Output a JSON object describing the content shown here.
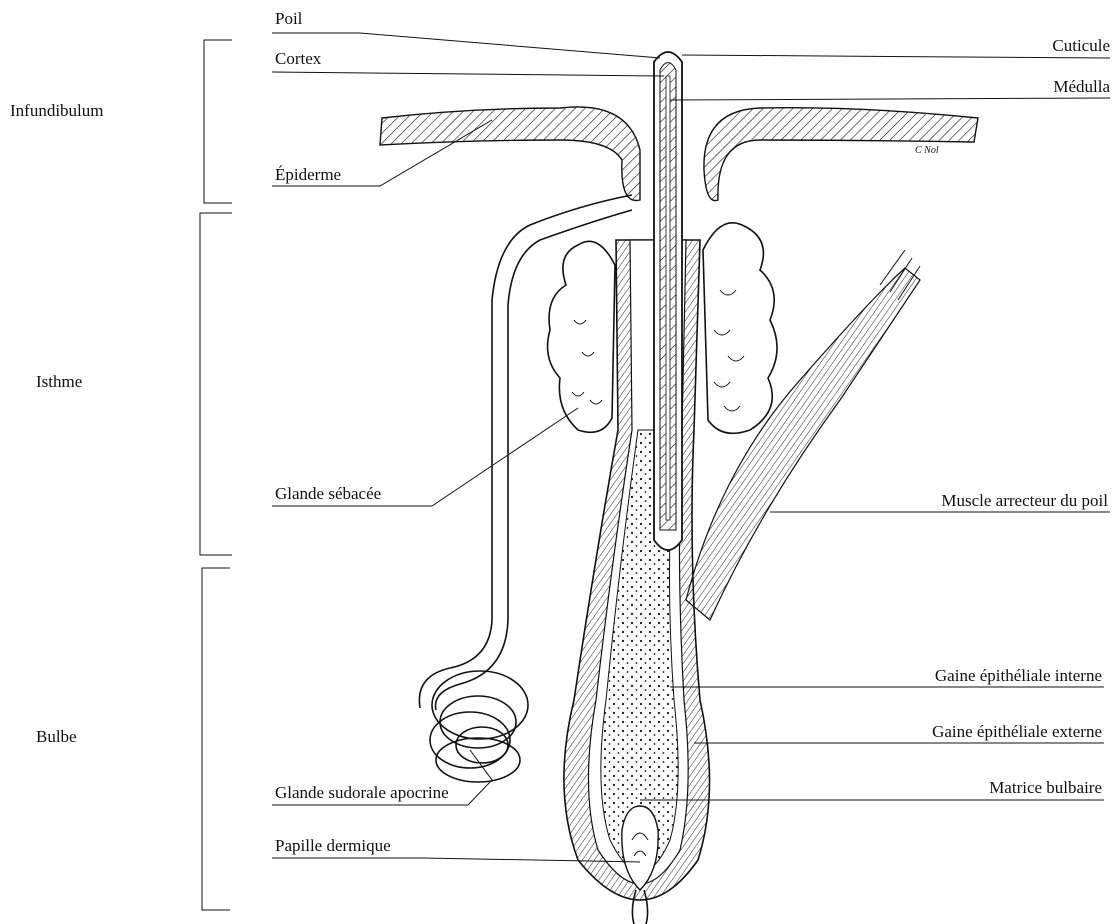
{
  "regions": {
    "infundibulum": "Infundibulum",
    "isthme": "Isthme",
    "bulbe": "Bulbe"
  },
  "labels_left": {
    "poil": "Poil",
    "cortex": "Cortex",
    "epiderme": "Épiderme",
    "glande_sebacee": "Glande sébacée",
    "glande_sudorale": "Glande sudorale apocrine",
    "papille": "Papille dermique"
  },
  "labels_right": {
    "cuticule": "Cuticule",
    "medulla": "Médulla",
    "muscle": "Muscle arrecteur du poil",
    "gaine_interne": "Gaine épithéliale interne",
    "gaine_externe": "Gaine épithéliale externe",
    "matrice": "Matrice bulbaire"
  },
  "signature": "C Nol"
}
